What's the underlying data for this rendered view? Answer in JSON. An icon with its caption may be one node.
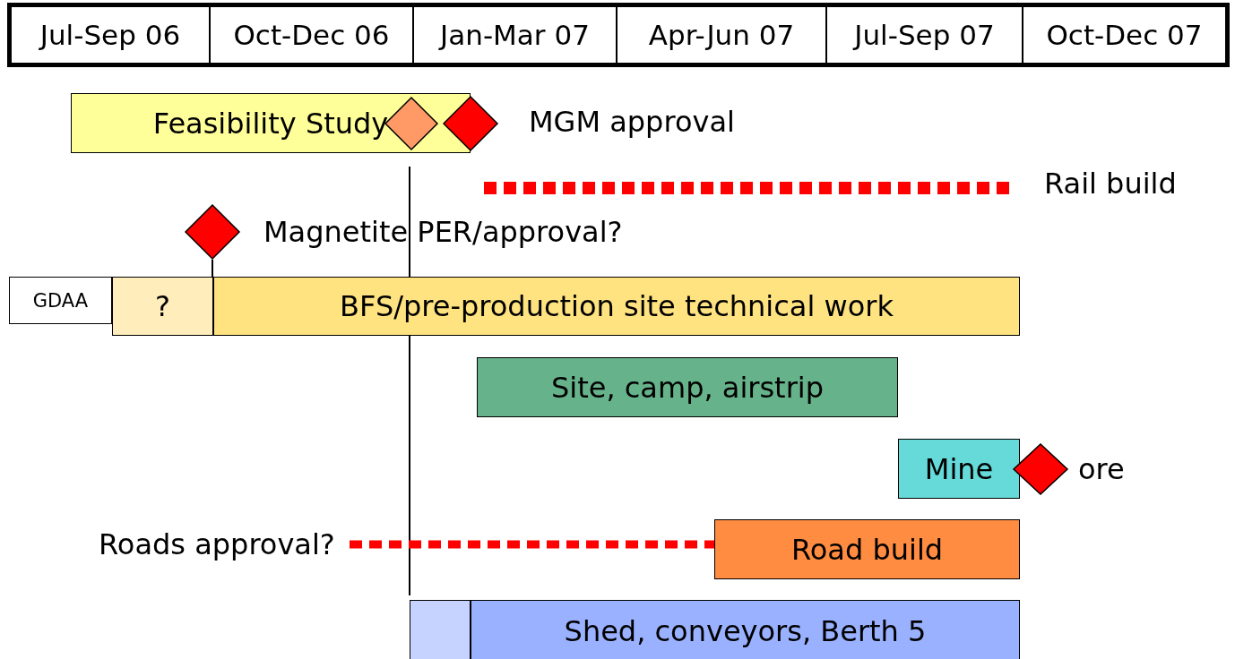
{
  "diagram": {
    "nodes": [
      {
        "text": [
          "Feasibility Study"
        ]
      },
      {
        "text": [],
        "shape": "diamond",
        "in": 0
      },
      {
        "text": [],
        "shape": "diamond",
        "beside": [
          "MGM approval"
        ]
      },
      {
        "text": [],
        "shape": "bar",
        "beside": [
          "Rail build"
        ]
      },
      {
        "text": [],
        "shape": "diamond",
        "beside": [
          "Magnetite PER/approval?"
        ]
      },
      {
        "text": [
          "GDAA"
        ]
      },
      {
        "text": [
          "?"
        ]
      },
      {
        "text": [
          "BFS/pre-production site technical work"
        ]
      },
      {
        "text": [
          "Site, camp, airstrip"
        ]
      },
      {
        "text": [
          "Mine"
        ]
      },
      {
        "text": [],
        "shape": "diamond",
        "beside": [
          "ore"
        ]
      },
      {
        "text": [
          "Roads approval?"
        ]
      },
      {
        "text": [
          "Road build"
        ]
      },
      {
        "text": [],
        "shape": "box"
      },
      {
        "text": [
          "Shed, conveyors, Berth 5"
        ]
      }
    ],
    "edges": [
      {
        "from": 4,
        "to": 7,
        "arrow": "none"
      },
      {
        "from": 11,
        "to": 12,
        "arrow": "none",
        "style": "dashed",
        "color": "#ff0000"
      }
    ],
    "labels": [
      "Jul-Sep 06",
      "Oct-Dec 06",
      "Jan-Mar 07",
      "Apr-Jun 07",
      "Jul-Sep 07",
      "Oct-Dec 07"
    ]
  }
}
